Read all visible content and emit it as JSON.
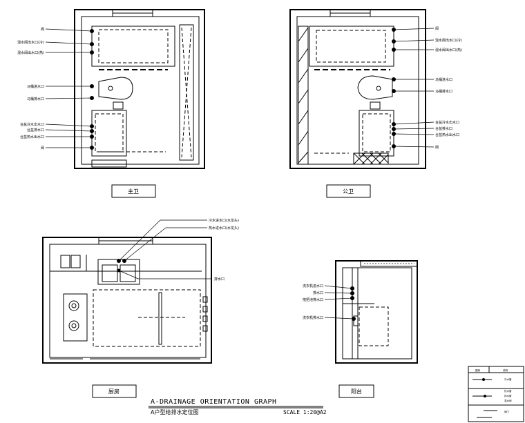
{
  "rooms": {
    "master_bath": {
      "label": "主卫",
      "callouts": [
        "阀",
        "混水阀出水口(冷)",
        "混水阀出水口(热)",
        "马桶进水口",
        "马桶排水口",
        "台盆冷水出水口",
        "台盆排水口",
        "台盆热水出水口",
        "阀"
      ]
    },
    "guest_bath": {
      "label": "公卫",
      "callouts": [
        "阀",
        "混水阀出水口(冷)",
        "混水阀出水口(热)",
        "马桶进水口",
        "马桶排水口",
        "台盆冷水出水口",
        "台盆排水口",
        "台盆热水出水口",
        "阀"
      ]
    },
    "kitchen": {
      "label": "厨房",
      "callouts": [
        "冷水进水口(水龙头)",
        "热水进水口(水龙头)",
        "排水口"
      ]
    },
    "balcony": {
      "label": "阳台",
      "callouts": [
        "洗衣机进水口",
        "排水口",
        "拖把池排水口",
        "洗衣机排水口"
      ]
    }
  },
  "footer": {
    "title": "A-DRAINAGE ORIENTATION GRAPH",
    "subtitle": "A户型给排水定位图",
    "scale": "SCALE 1:20@A2"
  },
  "legend": {
    "headers": [
      "图例",
      "说明"
    ],
    "rows": [
      "冷水管",
      "热水管",
      "排水管",
      "混水阀",
      "阀门"
    ]
  }
}
